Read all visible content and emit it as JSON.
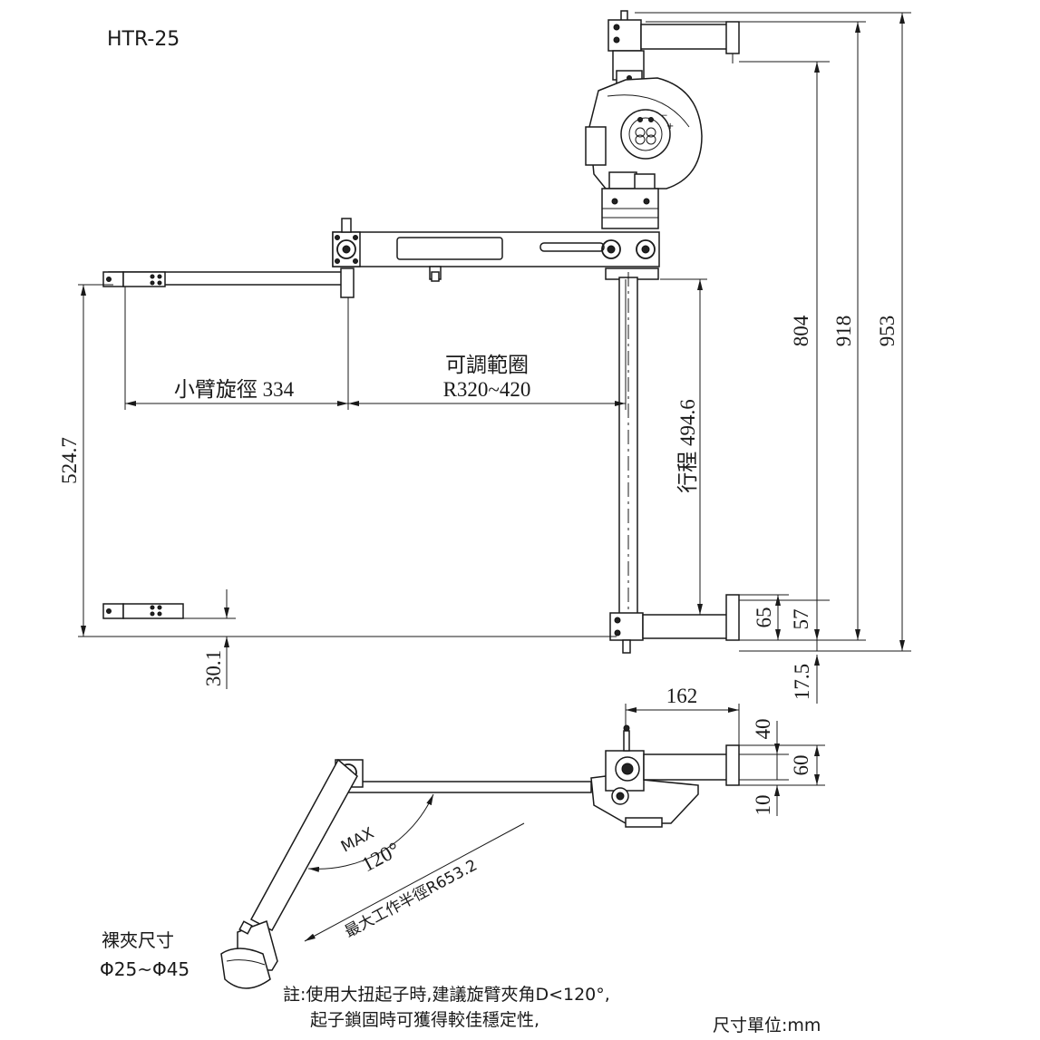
{
  "model": "HTR-25",
  "dimensions": {
    "forearm_radius": "小臂旋徑 334",
    "adjustable_title": "可調範圈",
    "adjustable_range": "R320~420",
    "stroke": "行程 494.6",
    "d_5247": "524.7",
    "d_301": "30.1",
    "d_804": "804",
    "d_918": "918",
    "d_953": "953",
    "d_65": "65",
    "d_57": "57",
    "d_175": "17.5",
    "d_162": "162",
    "d_40": "40",
    "d_60": "60",
    "d_10": "10"
  },
  "angle": {
    "max_label": "MAX",
    "max_value": "120°"
  },
  "work_radius": "最大工作半徑R653.2",
  "clamp": {
    "title": "裸夾尺寸",
    "range": "Φ25~Φ45"
  },
  "notes": {
    "line1": "註:使用大扭起子時,建議旋臂夾角D<120°,",
    "line2": "起子鎖固時可獲得較佳穩定性,"
  },
  "unit_label": "尺寸單位:mm"
}
